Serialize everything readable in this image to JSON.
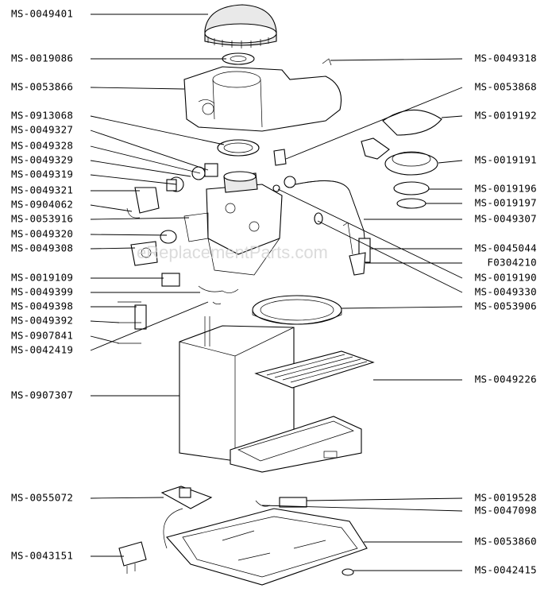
{
  "left_labels": [
    "MS-0049401",
    "MS-0019086",
    "MS-0053866",
    "MS-0913068",
    "MS-0049327",
    "MS-0049328",
    "MS-0049329",
    "MS-0049319",
    "MS-0049321",
    "MS-0904062",
    "MS-0053916",
    "MS-0049320",
    "MS-0049308",
    "MS-0019109",
    "MS-0049399",
    "MS-0049398",
    "MS-0049392",
    "MS-0907841",
    "MS-0042419",
    "MS-0907307",
    "MS-0055072",
    "MS-0043151"
  ],
  "right_labels": [
    "MS-0049318",
    "MS-0053868",
    "MS-0019192",
    "MS-0019191",
    "MS-0019196",
    "MS-0019197",
    "MS-0049307",
    "MS-0045044",
    "F0304210",
    "MS-0019190",
    "MS-0049330",
    "MS-0053906",
    "MS-0049226",
    "MS-0019528",
    "MS-0047098",
    "MS-0053860",
    "MS-0042415"
  ],
  "watermark": "eReplacementParts.com"
}
